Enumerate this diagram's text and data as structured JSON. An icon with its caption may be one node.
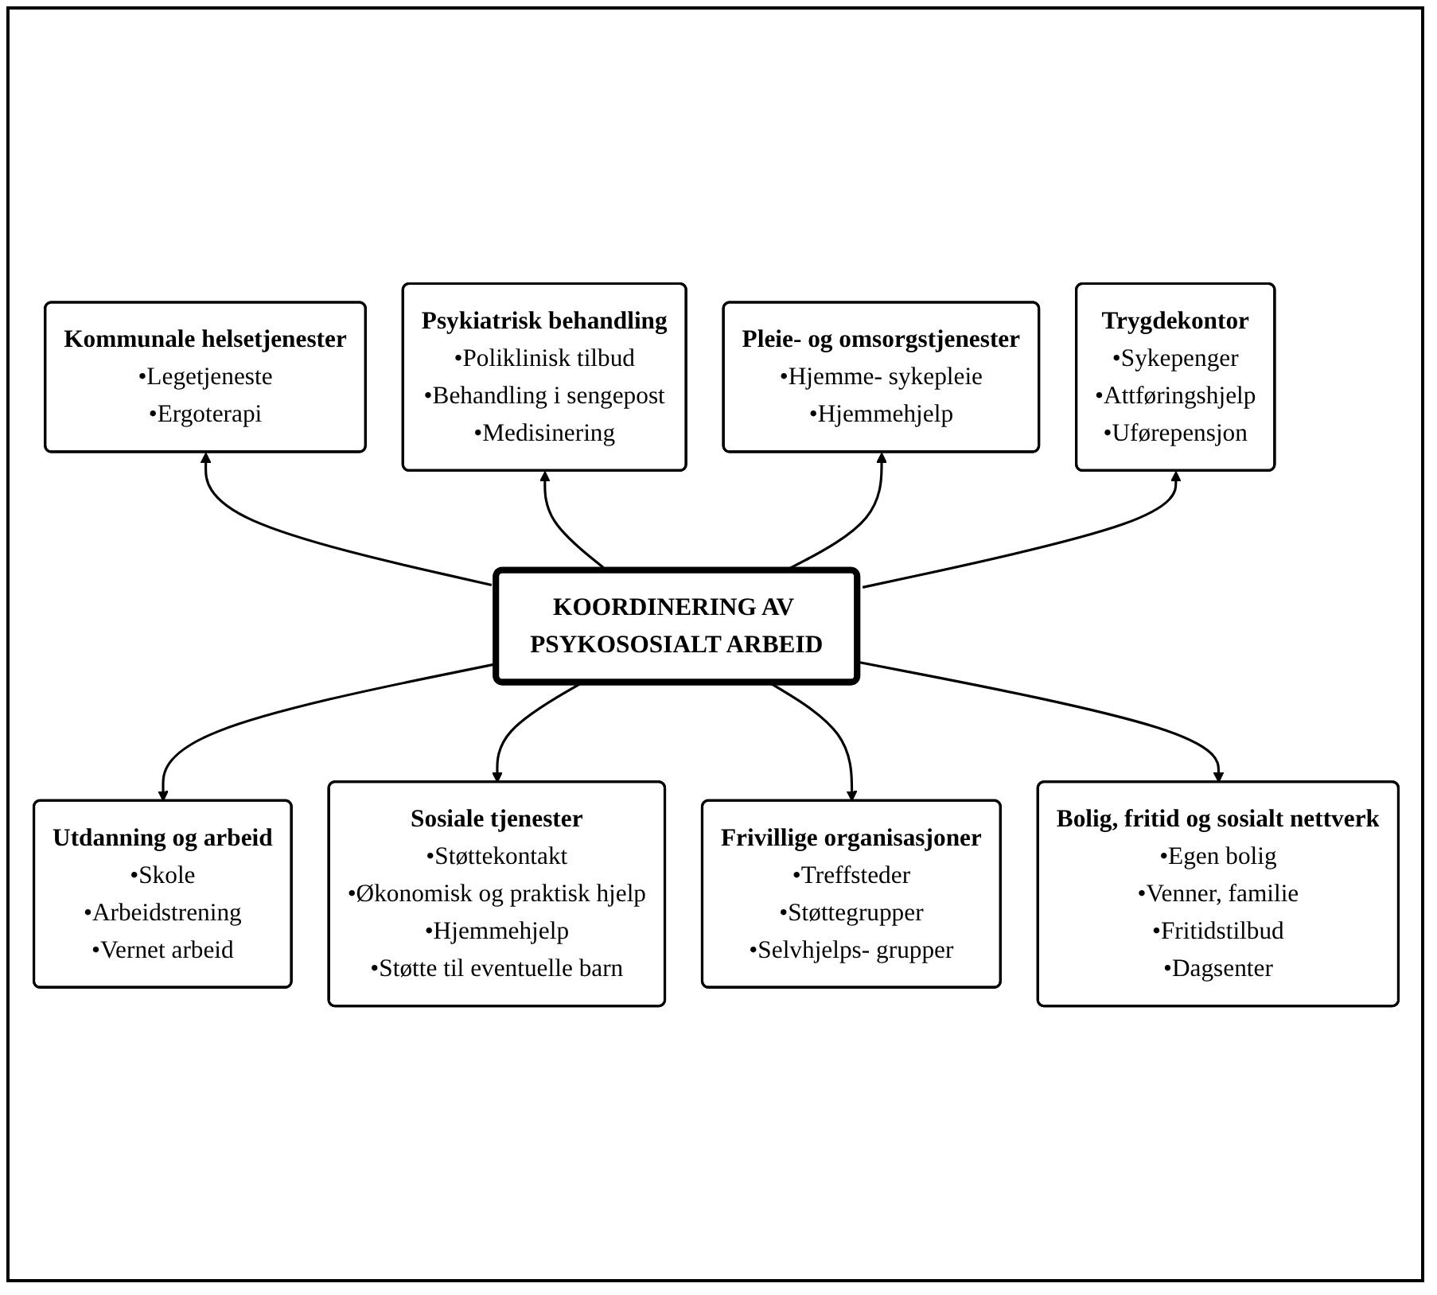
{
  "diagram": {
    "nodes": [
      {
        "text": [
          "KOORDINERING AV PSYKOSOSIALT ARBEID"
        ]
      },
      {
        "text": [
          "Kommunale helsetjenester",
          "•Legetjeneste",
          "•Ergoterapi"
        ]
      },
      {
        "text": [
          "Psykiatrisk behandling",
          "•Poliklinisk tilbud",
          "•Behandling i sengepost",
          "•Medisinering"
        ]
      },
      {
        "text": [
          "Pleie- og omsorgstjenester",
          "•Hjemme- sykepleie",
          "•Hjemmehjelp"
        ]
      },
      {
        "text": [
          "Trygdekontor",
          "•Sykepenger",
          "•Attføringshjelp",
          "•Uførepensjon"
        ]
      },
      {
        "text": [
          "Utdanning og arbeid",
          "•Skole",
          "•Arbeidstrening",
          "•Vernet arbeid"
        ]
      },
      {
        "text": [
          "Sosiale tjenester",
          "•Støttekontakt",
          "•Økonomisk og praktisk hjelp",
          "•Hjemmehjelp",
          "•Støtte til eventuelle barn"
        ]
      },
      {
        "text": [
          "Frivillige organisasjoner",
          "•Treffsteder",
          "•Støttegrupper",
          "•Selvhjelps- grupper"
        ]
      },
      {
        "text": [
          "Bolig, fritid og sosialt nettverk",
          "•Egen bolig",
          "•Venner, familie",
          "•Fritidstilbud",
          "•Dagsenter"
        ]
      }
    ],
    "edges": [
      {
        "from": 0,
        "to": 1,
        "arrow": "to"
      },
      {
        "from": 0,
        "to": 2,
        "arrow": "to"
      },
      {
        "from": 0,
        "to": 3,
        "arrow": "to"
      },
      {
        "from": 0,
        "to": 4,
        "arrow": "to"
      },
      {
        "from": 0,
        "to": 5,
        "arrow": "to"
      },
      {
        "from": 0,
        "to": 6,
        "arrow": "to"
      },
      {
        "from": 0,
        "to": 7,
        "arrow": "to"
      },
      {
        "from": 0,
        "to": 8,
        "arrow": "to"
      }
    ]
  }
}
